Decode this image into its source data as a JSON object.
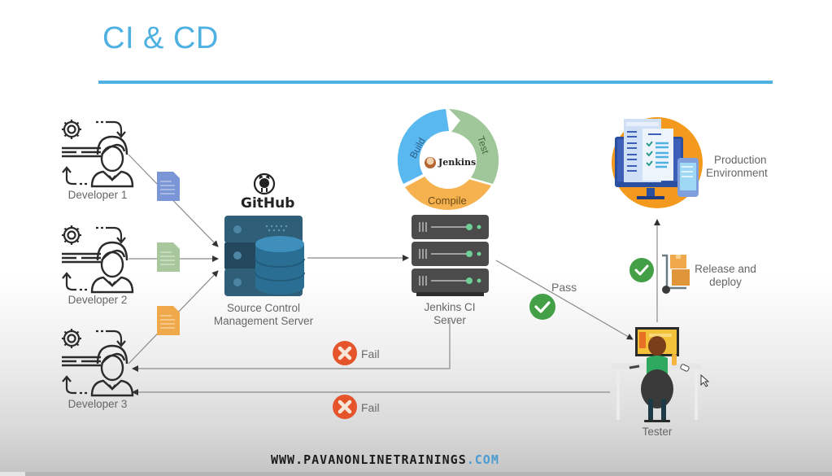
{
  "slide": {
    "title": "CI & CD",
    "accent_color": "#4fb1e2"
  },
  "developers": [
    {
      "label": "Developer 1",
      "file_color": "#7b96d6"
    },
    {
      "label": "Developer 2",
      "file_color": "#a9c79c"
    },
    {
      "label": "Developer 3",
      "file_color": "#efa84a"
    }
  ],
  "github": {
    "brand": "GitHub",
    "label_line1": "Source Control",
    "label_line2": "Management Server",
    "icon": "github-octocat-icon"
  },
  "jenkins": {
    "brand": "Jenkins",
    "cycle": [
      "Build",
      "Test",
      "Compile"
    ],
    "cycle_colors": [
      "#5ab8f0",
      "#9fc79a",
      "#f6b24f"
    ],
    "label_line1": "Jenkins CI",
    "label_line2": "Server"
  },
  "production": {
    "label_line1": "Production",
    "label_line2": "Environment"
  },
  "release": {
    "label_line1": "Release and",
    "label_line2": "deploy"
  },
  "tester": {
    "label": "Tester"
  },
  "flows": {
    "pass_label": "Pass",
    "fail_label_ci": "Fail",
    "fail_label_tester": "Fail",
    "pass_color": "#43a047",
    "fail_color": "#e5542a"
  },
  "footer": {
    "url_main": "WWW.PAVANONLINETRAININGS",
    "url_tld": ".COM"
  },
  "video": {
    "progress_percent": 3
  }
}
